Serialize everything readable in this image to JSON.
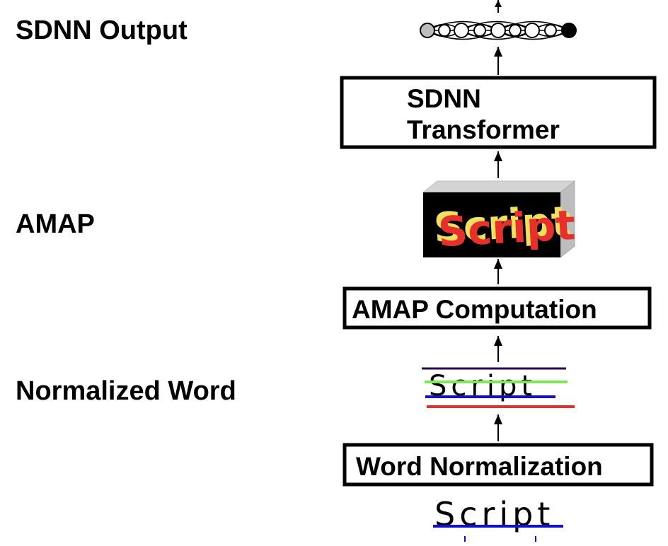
{
  "labels": {
    "sdnn_output": "SDNN Output",
    "amap": "AMAP",
    "normalized_word": "Normalized Word"
  },
  "boxes": {
    "sdnn_transformer_line1": "SDNN",
    "sdnn_transformer_line2": "Transformer",
    "amap_computation": "AMAP Computation",
    "word_normalization": "Word Normalization"
  },
  "word_images": {
    "amap_word": "Script",
    "normalized_word": "Script",
    "input_word": "Script"
  },
  "colors": {
    "ascender_line": "#2a0a4a",
    "core_top_line": "#7ee85a",
    "baseline": "#1010d0",
    "descender_line": "#e0302a",
    "amap_background": "#000000",
    "amap_shadow": "#c8c8c8",
    "amap_text_fill": "#e8302a",
    "amap_text_highlight": "#f0e060"
  }
}
